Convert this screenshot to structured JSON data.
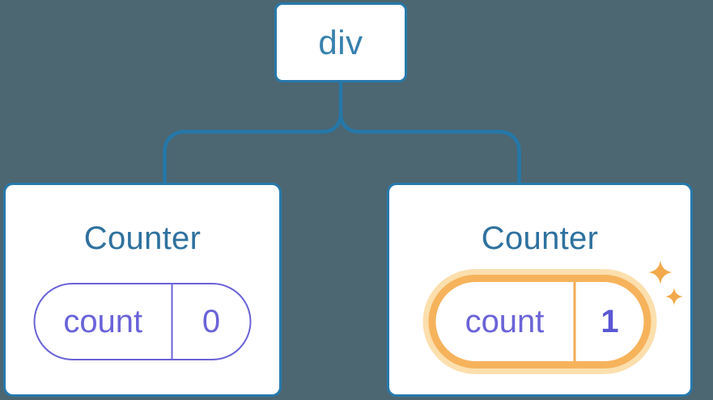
{
  "tree": {
    "root": {
      "label": "div"
    },
    "children": [
      {
        "title": "Counter",
        "state_key": "count",
        "state_value": "0",
        "highlighted": false
      },
      {
        "title": "Counter",
        "state_key": "count",
        "state_value": "1",
        "highlighted": true
      }
    ]
  },
  "icons": {
    "sparkles": "sparkles-icon"
  },
  "colors": {
    "background": "#4C6672",
    "connector_blue": "#2478A9",
    "node_border_blue": "#2679AB",
    "root_label_blue": "#3781AE",
    "title_blue": "#2E719F",
    "state_purple": "#6A63D8",
    "state_value_bold_purple": "#5B58D6",
    "highlight_orange": "#F6B35C",
    "highlight_glow": "#FBDFAD",
    "sparkle_orange": "#F2A94C",
    "card_background": "#FFFFFF"
  }
}
